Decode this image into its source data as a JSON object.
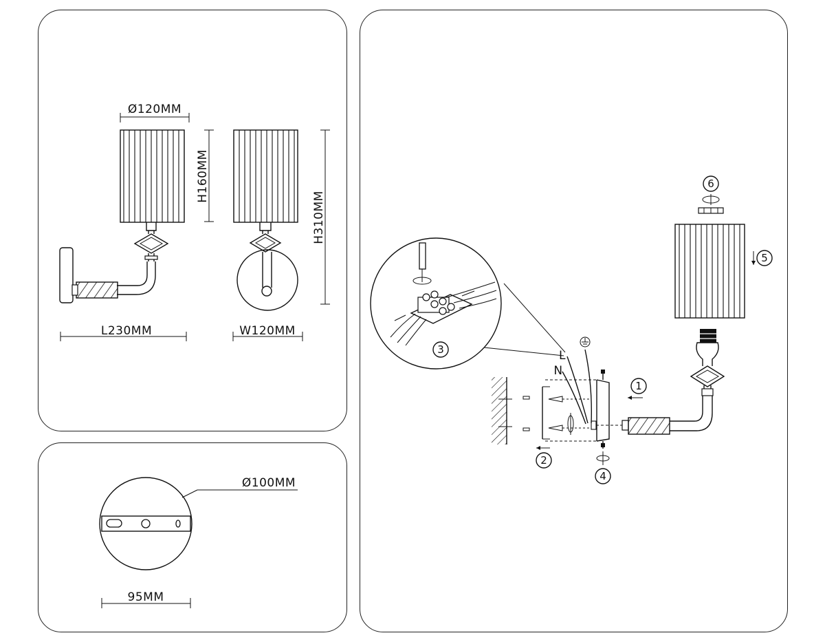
{
  "dimensions": {
    "shade_diameter": "Ø120MM",
    "shade_height": "H160MM",
    "total_height": "H310MM",
    "length": "L230MM",
    "width": "W120MM"
  },
  "mounting_plate": {
    "diameter": "Ø100MM",
    "hole_spacing": "95MM"
  },
  "installation": {
    "steps": [
      "1",
      "2",
      "3",
      "4",
      "5",
      "6"
    ],
    "wire_live": "L",
    "wire_neutral": "N",
    "ground_icon": "ground-symbol-icon"
  }
}
